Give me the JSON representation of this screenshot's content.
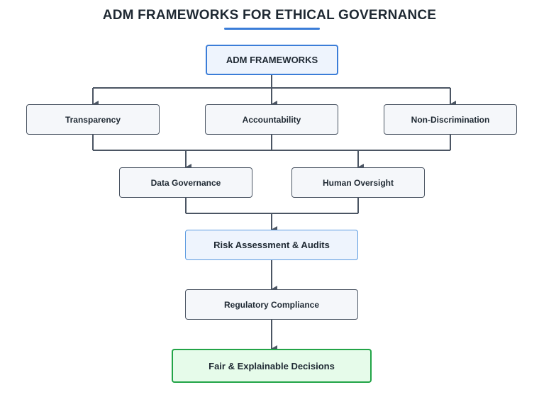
{
  "title": "ADM FRAMEWORKS FOR ETHICAL GOVERNANCE",
  "colors": {
    "accent": "#3b7dd8",
    "line": "#4b5563",
    "final_border": "#22a447",
    "final_fill": "#e6fbea"
  },
  "nodes": {
    "root": "ADM FRAMEWORKS",
    "transparency": "Transparency",
    "accountability": "Accountability",
    "non_discrimination": "Non-Discrimination",
    "data_governance": "Data Governance",
    "human_oversight": "Human Oversight",
    "risk_assessment": "Risk Assessment & Audits",
    "regulatory_compliance": "Regulatory Compliance",
    "final": "Fair & Explainable Decisions"
  },
  "edges": [
    [
      "root",
      "transparency"
    ],
    [
      "root",
      "accountability"
    ],
    [
      "root",
      "non_discrimination"
    ],
    [
      "transparency",
      "data_governance"
    ],
    [
      "accountability",
      "data_governance"
    ],
    [
      "accountability",
      "human_oversight"
    ],
    [
      "non_discrimination",
      "human_oversight"
    ],
    [
      "data_governance",
      "risk_assessment"
    ],
    [
      "human_oversight",
      "risk_assessment"
    ],
    [
      "risk_assessment",
      "regulatory_compliance"
    ],
    [
      "regulatory_compliance",
      "final"
    ]
  ]
}
